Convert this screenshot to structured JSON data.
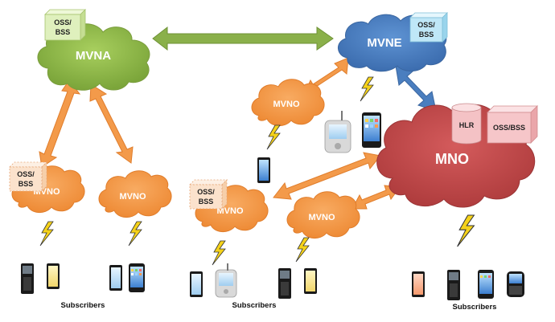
{
  "colors": {
    "mvna": "#8db545",
    "mvne": "#4a7ebf",
    "mno": "#c24a4b",
    "mvno": "#f39a4a",
    "arrow_green": "#8ab04a",
    "arrow_orange": "#f39a4a",
    "arrow_blue": "#4a7ebf",
    "lightning": "#f5d21a",
    "box_green": "#dff0bd",
    "box_blue": "#bfe7f7",
    "box_orange": "#fbe2cc",
    "box_red": "#f6c6c9"
  },
  "clouds": {
    "mvna": "MVNA",
    "mvne": "MVNE",
    "mno": "MNO",
    "mvno_1": "MVNO",
    "mvno_2": "MVNO",
    "mvno_3": "MVNO",
    "mvno_4": "MVNO",
    "mvno_5": "MVNO"
  },
  "boxes": {
    "oss_mvna": [
      "OSS/",
      "BSS"
    ],
    "oss_mvne": [
      "OSS/",
      "BSS"
    ],
    "oss_mvno_left": [
      "OSS/",
      "BSS"
    ],
    "oss_mvno_mid": [
      "OSS/",
      "BSS"
    ],
    "oss_mno": "OSS/BSS",
    "hlr": "HLR"
  },
  "subscribers": {
    "left": "Subscribers",
    "mid": "Subscribers",
    "right": "Subscribers"
  },
  "icons": [
    "cloud-icon",
    "lightning-icon",
    "phone-icon",
    "smartphone-icon",
    "pda-icon",
    "database-icon",
    "server-box-icon"
  ]
}
